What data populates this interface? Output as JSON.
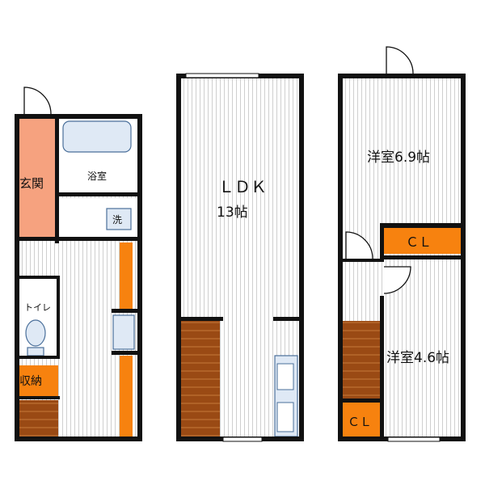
{
  "floors": {
    "left": {
      "entrance": "玄関",
      "bathroom": "浴室",
      "washer": "洗",
      "toilet": "トイレ",
      "storage": "収納"
    },
    "middle": {
      "ldk": "ＬＤＫ",
      "ldk_size": "13帖"
    },
    "right": {
      "bedroom1": "洋室6.9帖",
      "closet1": "ＣＬ",
      "bedroom2": "洋室4.6帖",
      "closet2": "ＣＬ"
    }
  },
  "colors": {
    "wall": "#111111",
    "floor_stripe": "#c8c8c8",
    "entrance_fill": "#f6a27f",
    "orange": "#f7820f",
    "stairs": "#9a4a14",
    "fixture_blue": "#dfe9f5",
    "fixture_stroke": "#4a6f9a"
  }
}
